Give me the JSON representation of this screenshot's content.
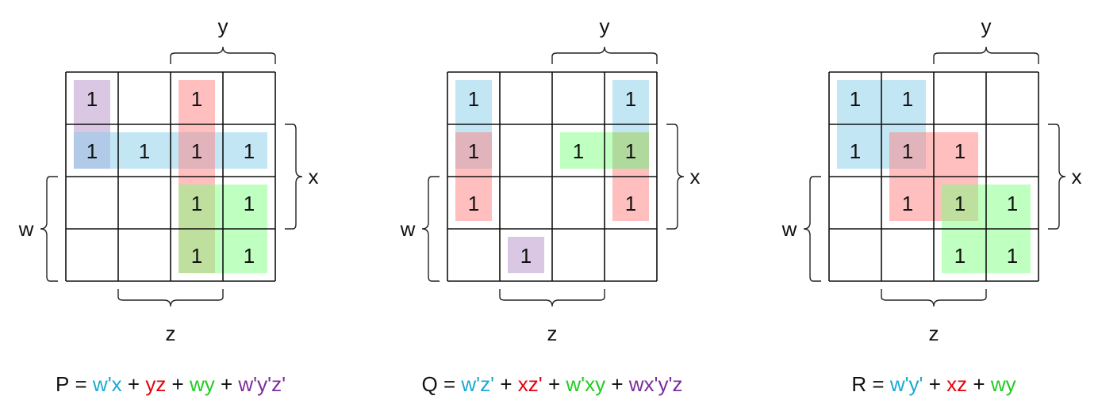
{
  "colors": {
    "cyan": "#1aaad4",
    "red": "#e8000b",
    "green": "#22cc22",
    "purple": "#7a2e9a",
    "group_cyan": "#87CEEB",
    "group_red": "#FF7F7F",
    "group_green": "#7FFF7F",
    "group_purple": "#B38FC8"
  },
  "maps": [
    {
      "id": "P",
      "labels": {
        "y": "y",
        "x": "x",
        "w": "w",
        "z": "z"
      },
      "cells": [
        [
          "1",
          "",
          "1",
          ""
        ],
        [
          "1",
          "1",
          "1",
          "1"
        ],
        [
          "",
          "",
          "1",
          "1"
        ],
        [
          "",
          "",
          "1",
          "1"
        ]
      ],
      "groups": [
        {
          "color": "group_purple",
          "r0": 0,
          "c0": 0,
          "r1": 1,
          "c1": 0
        },
        {
          "color": "group_cyan",
          "r0": 1,
          "c0": 0,
          "r1": 1,
          "c1": 3
        },
        {
          "color": "group_red",
          "r0": 0,
          "c0": 2,
          "r1": 3,
          "c1": 2
        },
        {
          "color": "group_green",
          "r0": 2,
          "c0": 2,
          "r1": 3,
          "c1": 3
        }
      ],
      "equation": [
        {
          "text": "P = ",
          "color": ""
        },
        {
          "text": "w'x",
          "color": "cyan"
        },
        {
          "text": " + ",
          "color": ""
        },
        {
          "text": "yz",
          "color": "red"
        },
        {
          "text": " + ",
          "color": ""
        },
        {
          "text": "wy",
          "color": "green"
        },
        {
          "text": " + ",
          "color": ""
        },
        {
          "text": "w'y'z'",
          "color": "purple"
        }
      ]
    },
    {
      "id": "Q",
      "labels": {
        "y": "y",
        "x": "x",
        "w": "w",
        "z": "z"
      },
      "cells": [
        [
          "1",
          "",
          "",
          "1"
        ],
        [
          "1",
          "",
          "1",
          "1"
        ],
        [
          "1",
          "",
          "",
          "1"
        ],
        [
          "",
          "1",
          "",
          ""
        ]
      ],
      "groups": [
        {
          "color": "group_cyan",
          "r0": 0,
          "c0": 0,
          "r1": 1,
          "c1": 0
        },
        {
          "color": "group_cyan",
          "r0": 0,
          "c0": 3,
          "r1": 1,
          "c1": 3
        },
        {
          "color": "group_red",
          "r0": 1,
          "c0": 0,
          "r1": 2,
          "c1": 0
        },
        {
          "color": "group_red",
          "r0": 1,
          "c0": 3,
          "r1": 2,
          "c1": 3
        },
        {
          "color": "group_green",
          "r0": 1,
          "c0": 2,
          "r1": 1,
          "c1": 3
        },
        {
          "color": "group_purple",
          "r0": 3,
          "c0": 1,
          "r1": 3,
          "c1": 1
        }
      ],
      "equation": [
        {
          "text": "Q = ",
          "color": ""
        },
        {
          "text": "w'z'",
          "color": "cyan"
        },
        {
          "text": " + ",
          "color": ""
        },
        {
          "text": "xz'",
          "color": "red"
        },
        {
          "text": " + ",
          "color": ""
        },
        {
          "text": "w'xy",
          "color": "green"
        },
        {
          "text": " + ",
          "color": ""
        },
        {
          "text": "wx'y'z",
          "color": "purple"
        }
      ]
    },
    {
      "id": "R",
      "labels": {
        "y": "y",
        "x": "x",
        "w": "w",
        "z": "z"
      },
      "cells": [
        [
          "1",
          "1",
          "",
          ""
        ],
        [
          "1",
          "1",
          "1",
          ""
        ],
        [
          "",
          "1",
          "1",
          "1"
        ],
        [
          "",
          "",
          "1",
          "1"
        ]
      ],
      "groups": [
        {
          "color": "group_cyan",
          "r0": 0,
          "c0": 0,
          "r1": 1,
          "c1": 1
        },
        {
          "color": "group_red",
          "r0": 1,
          "c0": 1,
          "r1": 2,
          "c1": 2
        },
        {
          "color": "group_green",
          "r0": 2,
          "c0": 2,
          "r1": 3,
          "c1": 3
        }
      ],
      "equation": [
        {
          "text": "R = ",
          "color": ""
        },
        {
          "text": "w'y'",
          "color": "cyan"
        },
        {
          "text": " + ",
          "color": ""
        },
        {
          "text": "xz",
          "color": "red"
        },
        {
          "text": " + ",
          "color": ""
        },
        {
          "text": "wy",
          "color": "green"
        }
      ]
    }
  ]
}
